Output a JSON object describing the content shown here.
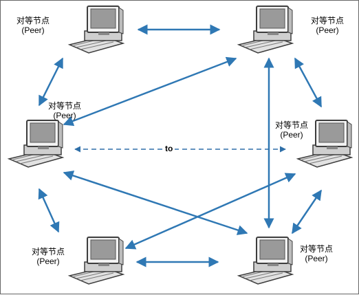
{
  "diagram": {
    "type": "peer-to-peer network",
    "colors": {
      "arrow": "#2f78b4",
      "dashed_link": "#2f6fa8",
      "monitor": "#3d3d3d",
      "screen": "#9a9a9a"
    },
    "link_label": "to",
    "nodes": [
      {
        "id": "top-left",
        "label_cn": "对等节点",
        "label_en": "(Peer)",
        "icon": "desktop-computer-icon"
      },
      {
        "id": "top-right",
        "label_cn": "对等节点",
        "label_en": "(Peer)",
        "icon": "desktop-computer-icon"
      },
      {
        "id": "mid-left",
        "label_cn": "对等节点",
        "label_en": "(Peer)",
        "icon": "desktop-computer-icon"
      },
      {
        "id": "mid-right",
        "label_cn": "对等节点",
        "label_en": "(Peer)",
        "icon": "desktop-computer-icon"
      },
      {
        "id": "bottom-left",
        "label_cn": "对等节点",
        "label_en": "(Peer)",
        "icon": "desktop-computer-icon"
      },
      {
        "id": "bottom-right",
        "label_cn": "对等节点",
        "label_en": "(Peer)",
        "icon": "desktop-computer-icon"
      }
    ],
    "links": [
      {
        "from": "top-left",
        "to": "top-right",
        "style": "solid"
      },
      {
        "from": "top-left",
        "to": "mid-left",
        "style": "solid"
      },
      {
        "from": "mid-left",
        "to": "top-right",
        "style": "solid"
      },
      {
        "from": "top-right",
        "to": "mid-right",
        "style": "solid"
      },
      {
        "from": "top-right",
        "to": "bottom-right",
        "style": "solid"
      },
      {
        "from": "mid-left",
        "to": "mid-right",
        "style": "dashed",
        "label": "to"
      },
      {
        "from": "mid-left",
        "to": "bottom-right",
        "style": "solid"
      },
      {
        "from": "mid-right",
        "to": "bottom-left",
        "style": "solid"
      },
      {
        "from": "mid-right",
        "to": "bottom-right",
        "style": "solid"
      },
      {
        "from": "mid-left",
        "to": "bottom-left",
        "style": "solid"
      },
      {
        "from": "bottom-left",
        "to": "bottom-right",
        "style": "solid"
      }
    ]
  }
}
